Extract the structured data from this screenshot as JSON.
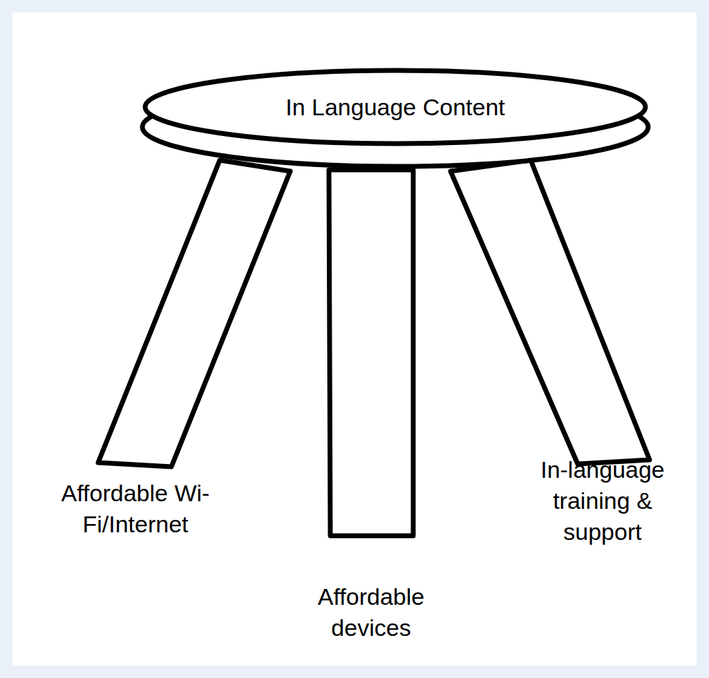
{
  "diagram": {
    "nodes": [
      {
        "text": [
          "In Language Content"
        ]
      }
    ],
    "labels": [
      "Affordable Wi-Fi/Internet",
      "Affordable devices",
      "In-language training & support"
    ]
  }
}
